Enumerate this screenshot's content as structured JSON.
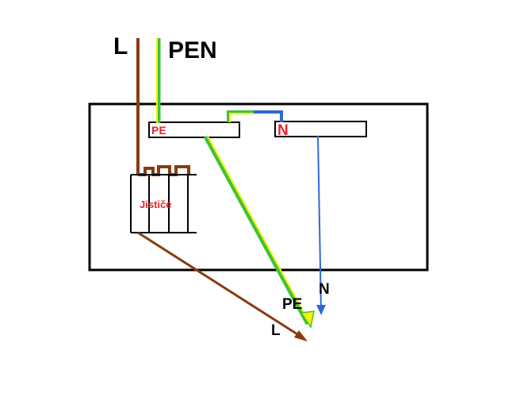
{
  "labels": {
    "top_l": "L",
    "top_pen": "PEN",
    "pe_bar": "PE",
    "n_bar": "N",
    "breakers": "Jističe",
    "out_n": "N",
    "out_pe": "PE",
    "out_l": "L"
  },
  "colors": {
    "phase": "#8b3a0f",
    "earth_green": "#3ec23a",
    "earth_yellow": "#f4f400",
    "neutral": "#2f68d8",
    "label_red": "#e8242c",
    "outline": "#000000",
    "background": "#ffffff"
  }
}
